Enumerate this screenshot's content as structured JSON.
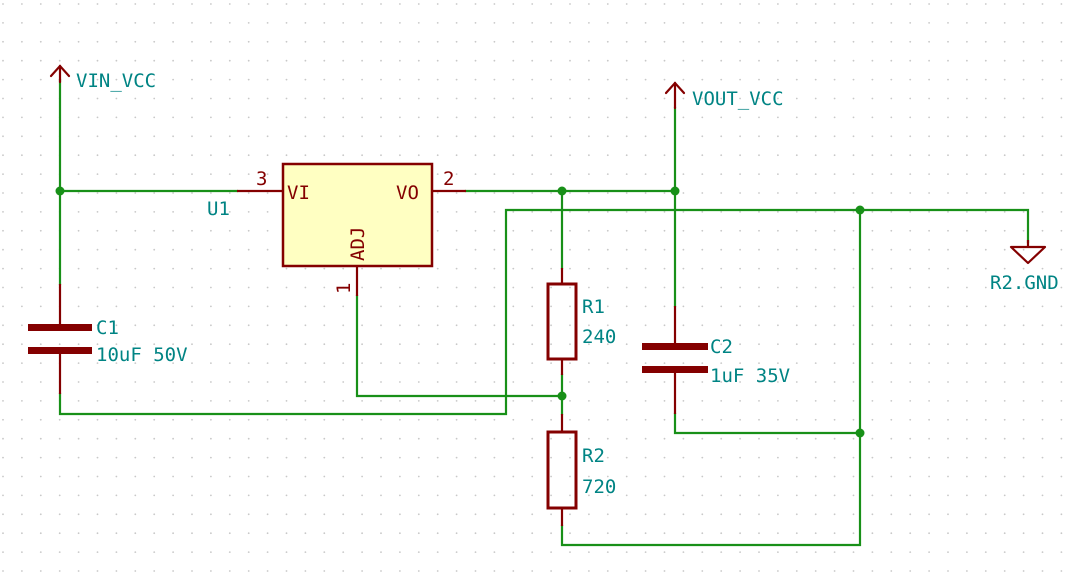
{
  "colors": {
    "wire": "#189018",
    "component": "#840000",
    "net_label": "#008484",
    "ic_fill": "#ffffc2",
    "grid_dot": "#c8c8c8",
    "junction": "#189018"
  },
  "power_symbols": {
    "vin": "VIN_VCC",
    "vout": "VOUT_VCC",
    "gnd": "R2.GND"
  },
  "regulator": {
    "ref": "U1",
    "pin_vi_number": "3",
    "pin_vi_name": "VI",
    "pin_vo_number": "2",
    "pin_vo_name": "VO",
    "pin_adj_number": "1",
    "pin_adj_name": "ADJ"
  },
  "capacitors": {
    "c1": {
      "ref": "C1",
      "value": "10uF 50V"
    },
    "c2": {
      "ref": "C2",
      "value": "1uF 35V"
    }
  },
  "resistors": {
    "r1": {
      "ref": "R1",
      "value": "240"
    },
    "r2": {
      "ref": "R2",
      "value": "720"
    }
  },
  "icons": {
    "power": "power-arrow-icon",
    "ground": "ground-icon"
  }
}
